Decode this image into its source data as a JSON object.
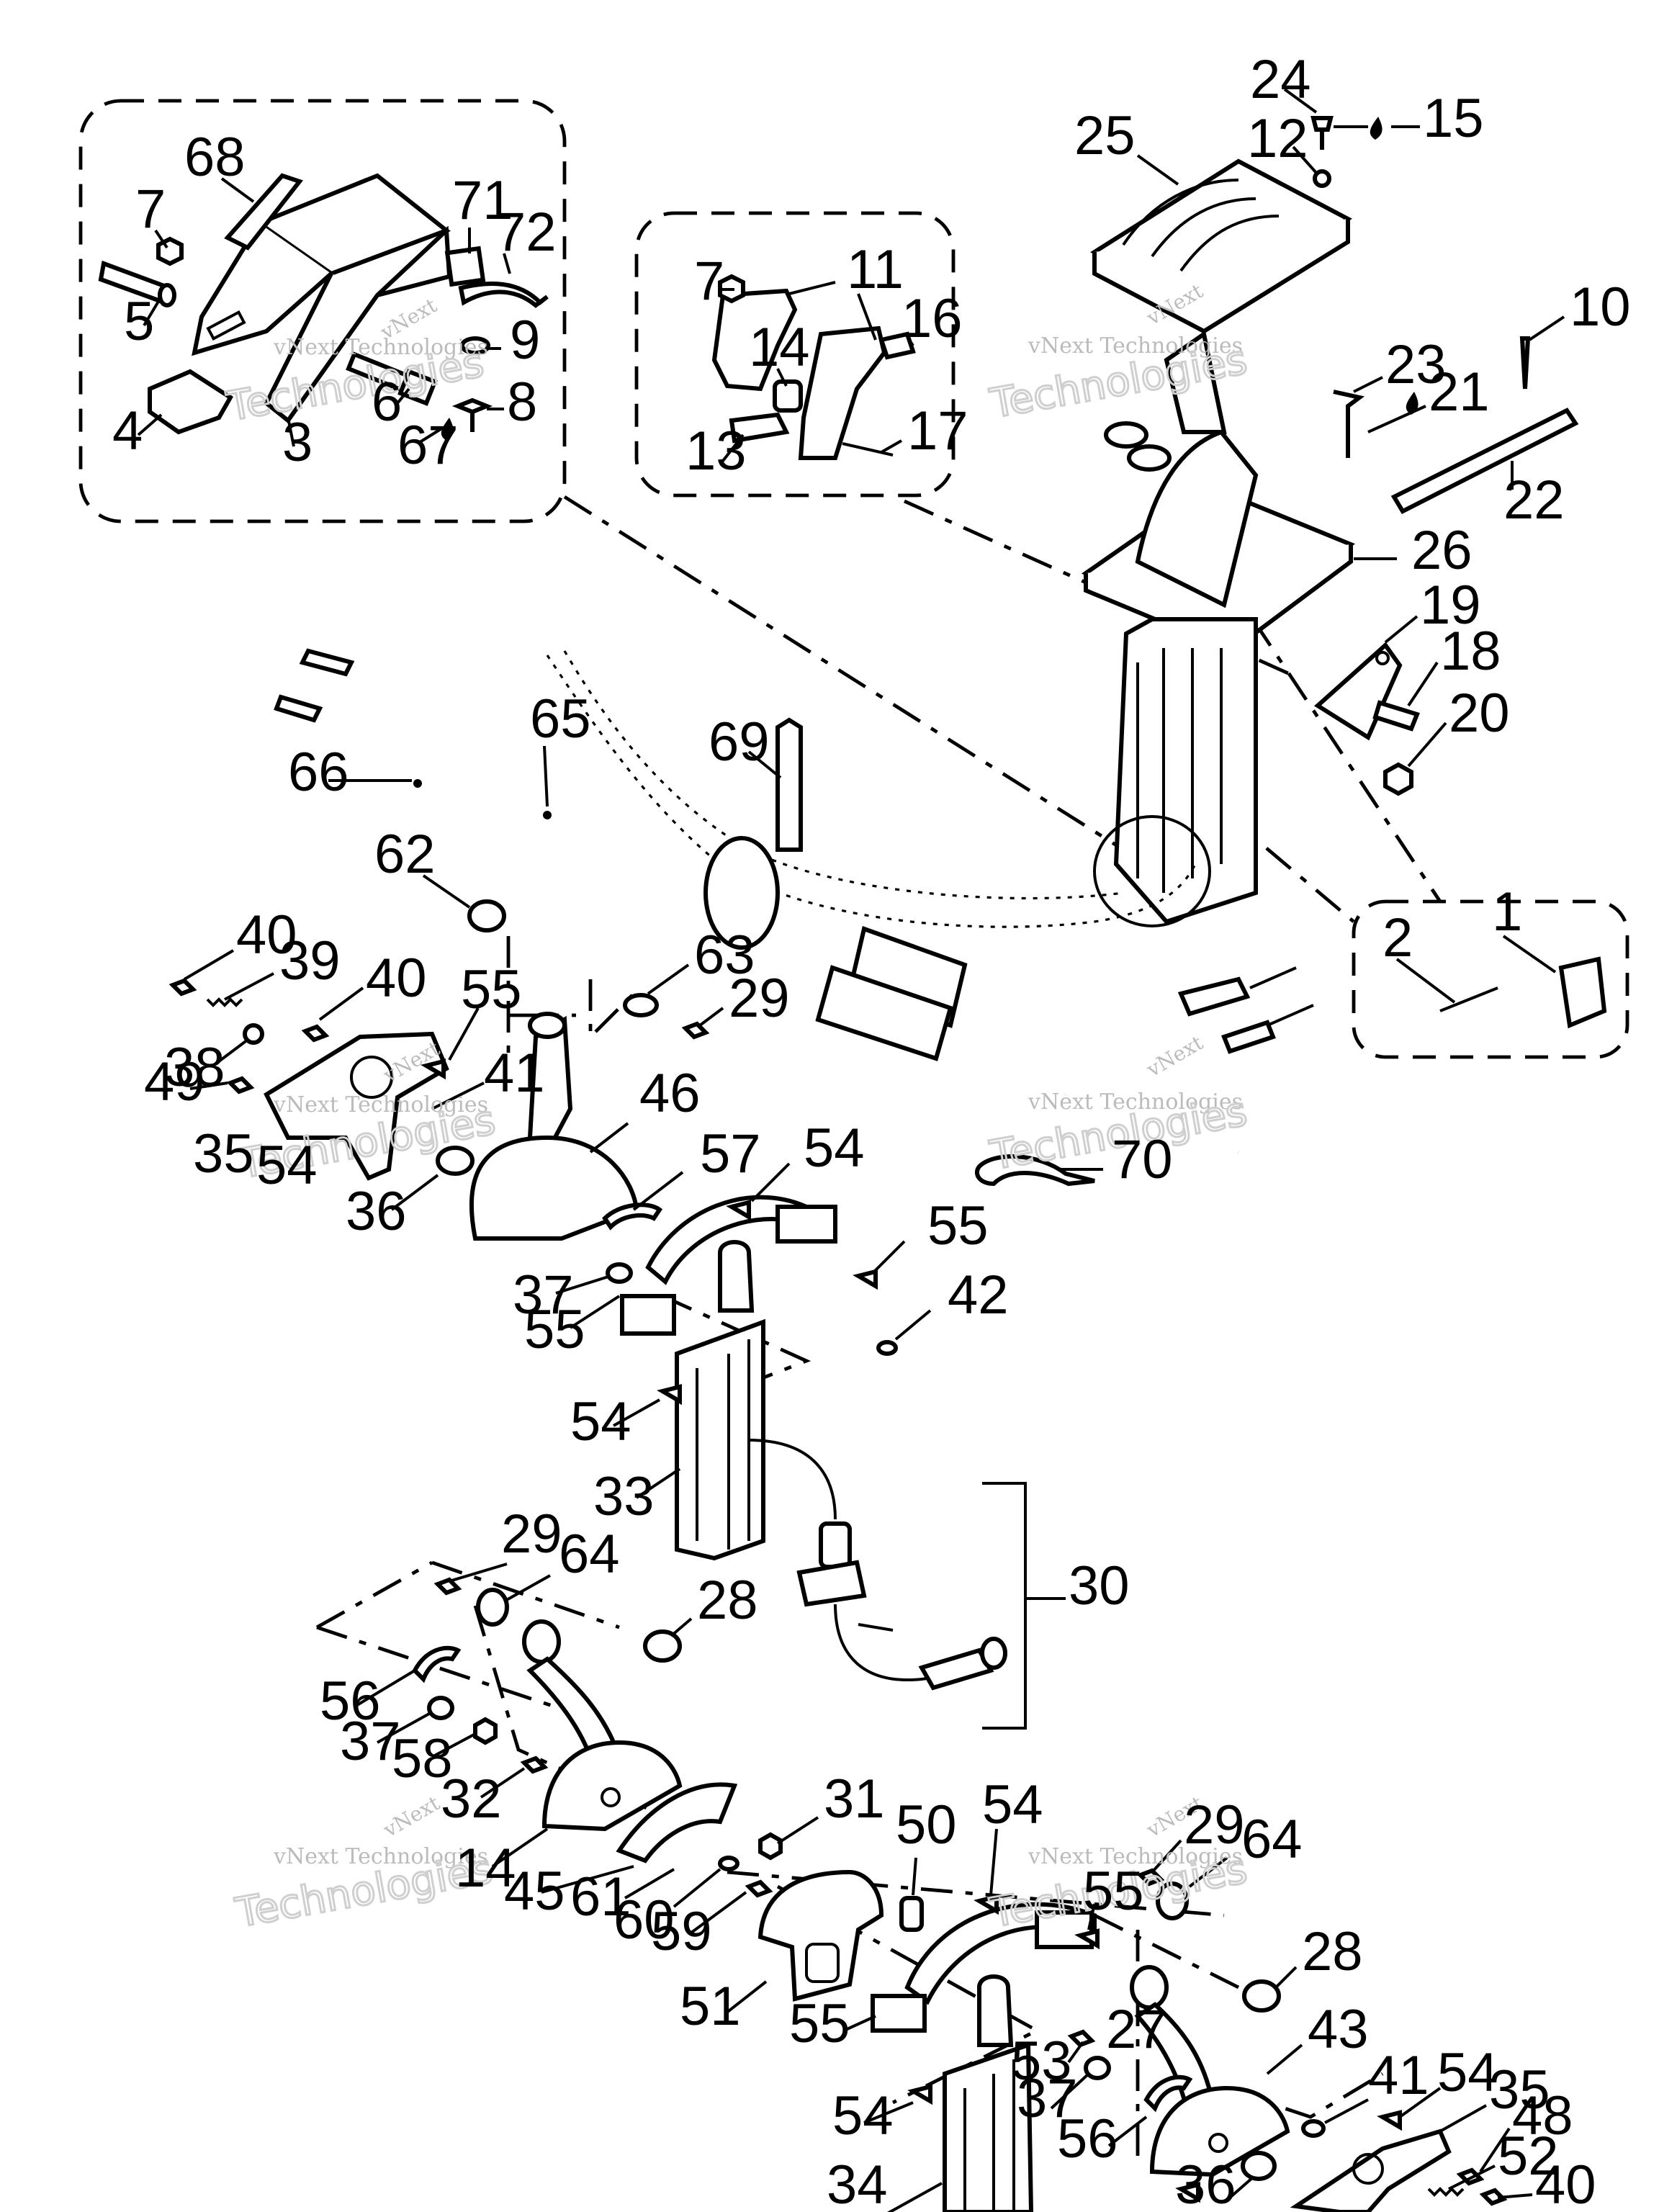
{
  "watermark": {
    "line1": "vNext",
    "line2": "vNext Technologies",
    "line3": "Technologies"
  },
  "labels": {
    "1": "1",
    "2": "2",
    "3": "3",
    "4": "4",
    "5": "5",
    "6": "6",
    "7": "7",
    "7b": "7",
    "8": "8",
    "9": "9",
    "10": "10",
    "11": "11",
    "12": "12",
    "13": "13",
    "14": "14",
    "14b": "14",
    "15": "15",
    "16": "16",
    "17": "17",
    "18": "18",
    "19": "19",
    "20": "20",
    "21": "21",
    "22": "22",
    "23": "23",
    "24": "24",
    "25": "25",
    "26": "26",
    "27": "27",
    "28": "28",
    "28b": "28",
    "29": "29",
    "29b": "29",
    "29c": "29",
    "30": "30",
    "31": "31",
    "32": "32",
    "33": "33",
    "34": "34",
    "35": "35",
    "35b": "35",
    "36": "36",
    "36b": "36",
    "37": "37",
    "37b": "37",
    "37c": "37",
    "38": "38",
    "39": "39",
    "40": "40",
    "40b": "40",
    "40c": "40",
    "41": "41",
    "41b": "41",
    "42": "42",
    "43": "43",
    "45": "45",
    "46": "46",
    "48": "48",
    "49": "49",
    "50": "50",
    "51": "51",
    "52": "52",
    "53": "53",
    "54": "54",
    "54b": "54",
    "54c": "54",
    "54d": "54",
    "54e": "54",
    "54f": "54",
    "55": "55",
    "55b": "55",
    "55c": "55",
    "55d": "55",
    "55e": "55",
    "56": "56",
    "56b": "56",
    "57": "57",
    "58": "58",
    "59": "59",
    "60": "60",
    "61": "61",
    "62": "62",
    "63": "63",
    "64": "64",
    "64b": "64",
    "65": "65",
    "66": "66",
    "67": "67",
    "68": "68",
    "69": "69",
    "70": "70",
    "71": "71",
    "72": "72"
  }
}
